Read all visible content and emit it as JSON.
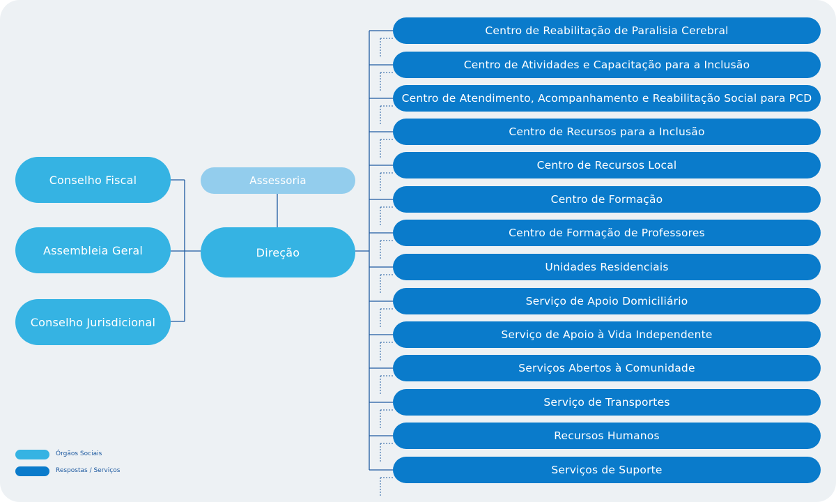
{
  "colors": {
    "background": "#edf1f4",
    "social_bodies": "#35b3e3",
    "advisory": "#93cded",
    "services": "#0a7bcb",
    "connector": "#1e5aa0"
  },
  "social_bodies": [
    {
      "label": "Conselho Fiscal"
    },
    {
      "label": "Assembleia Geral"
    },
    {
      "label": "Conselho Jurisdicional"
    }
  ],
  "advisory": {
    "label": "Assessoria"
  },
  "direction": {
    "label": "Direção"
  },
  "services": [
    {
      "label": "Centro de Reabilitação de Paralisia Cerebral"
    },
    {
      "label": "Centro de Atividades e Capacitação para a Inclusão"
    },
    {
      "label": "Centro de Atendimento, Acompanhamento e Reabilitação Social para PCD"
    },
    {
      "label": "Centro de Recursos para a Inclusão"
    },
    {
      "label": "Centro de Recursos Local"
    },
    {
      "label": "Centro de Formação"
    },
    {
      "label": "Centro de Formação de Professores"
    },
    {
      "label": "Unidades Residenciais"
    },
    {
      "label": "Serviço de Apoio Domiciliário"
    },
    {
      "label": "Serviço de Apoio à Vida Independente"
    },
    {
      "label": "Serviços Abertos à Comunidade"
    },
    {
      "label": "Serviço de Transportes"
    },
    {
      "label": "Recursos Humanos"
    },
    {
      "label": "Serviços de Suporte"
    }
  ],
  "legend": [
    {
      "label": "Órgãos Sociais",
      "color": "#35b3e3"
    },
    {
      "label": "Respostas / Serviços",
      "color": "#0a7bcb"
    }
  ]
}
